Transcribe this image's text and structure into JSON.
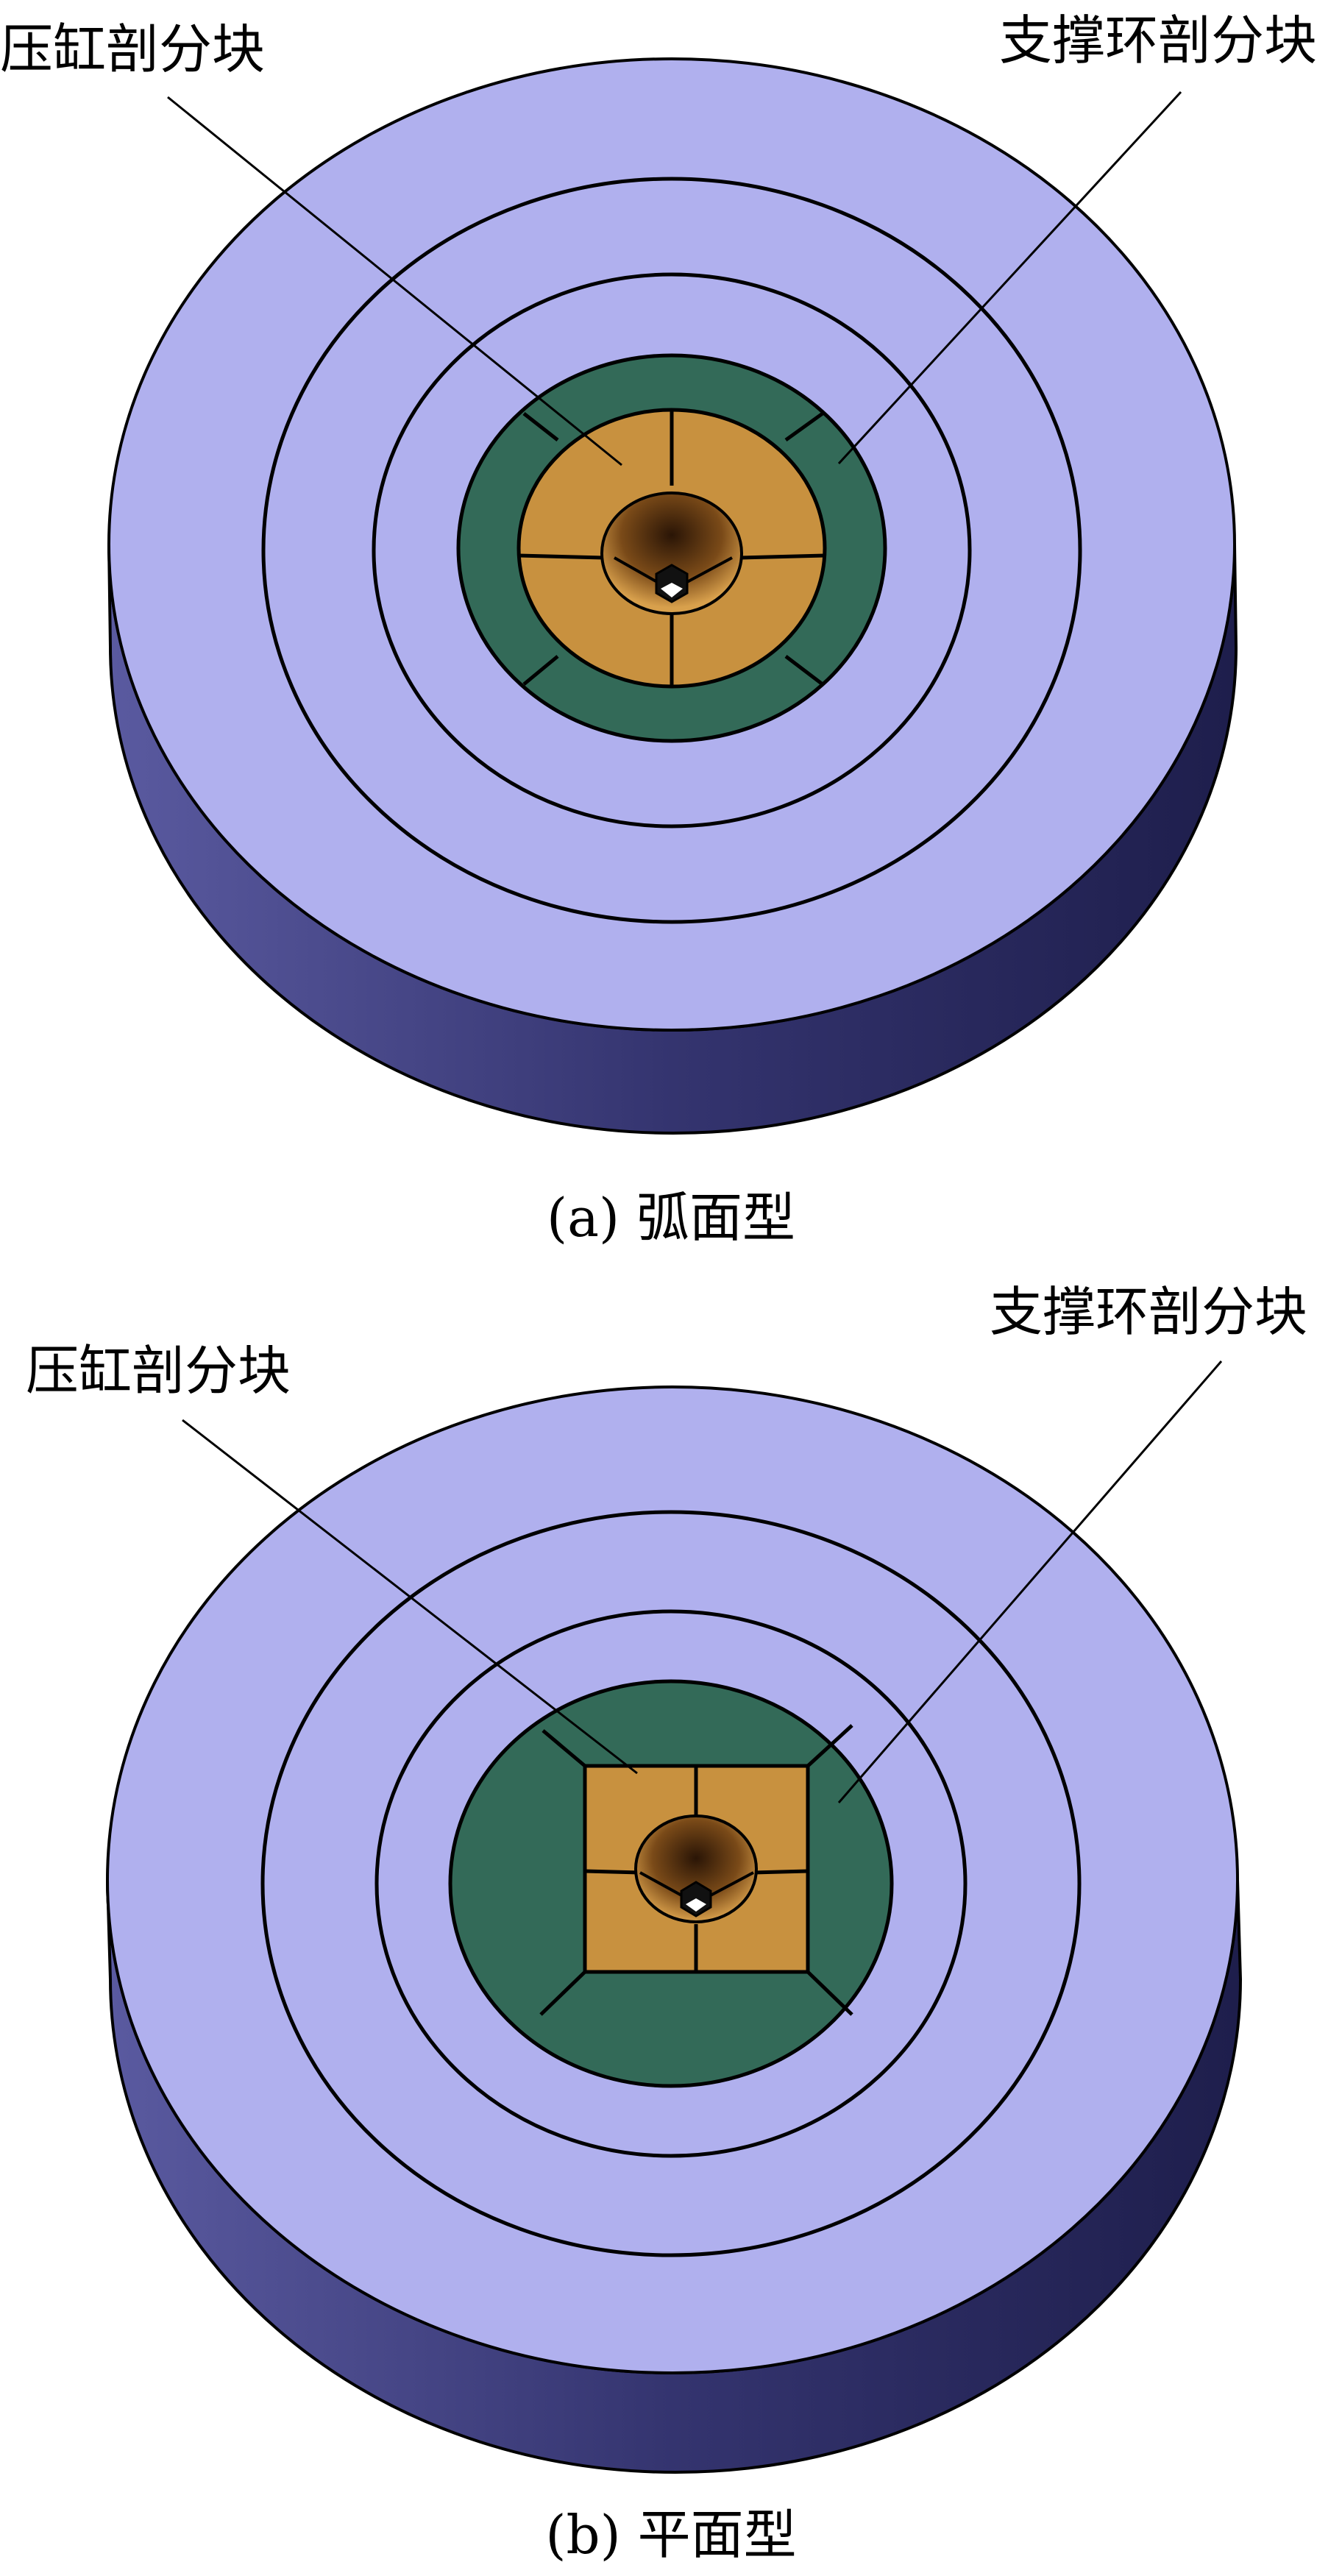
{
  "panel_a": {
    "label_left": "压缸剖分块",
    "label_right": "支撑环剖分块",
    "caption": "(a) 弧面型"
  },
  "panel_b": {
    "label_left": "压缸剖分块",
    "label_right": "支撑环剖分块",
    "caption": "(b) 平面型"
  },
  "colors": {
    "disk_top": "#b0b0ee",
    "disk_side": "#3b3b7d",
    "support_ring": "#336a58",
    "cylinder_block": "#c8913f",
    "outline": "#000000"
  }
}
